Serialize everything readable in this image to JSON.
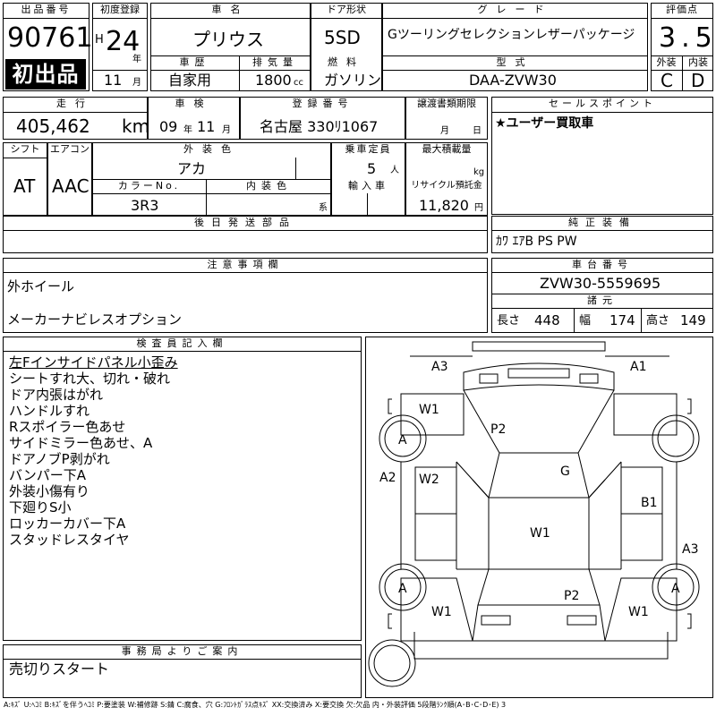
{
  "header": {
    "lot_number_label": "出品番号",
    "lot_number": "90761",
    "first_listing": "初出品",
    "first_reg_label": "初度登録",
    "era": "H",
    "year": "24",
    "year_unit": "年",
    "month": "11",
    "month_unit": "月",
    "car_name_label": "車名",
    "car_name": "プリウス",
    "door_label": "ドア形状",
    "door": "5SD",
    "grade_label": "グレード",
    "grade": "Gツーリングセレクションレザーパッケージ",
    "score_label": "評価点",
    "score": "3.5",
    "exterior_label": "外装",
    "exterior": "C",
    "interior_label": "内装",
    "interior": "D",
    "history_label": "車歴",
    "history": "自家用",
    "displacement_label": "排気量",
    "displacement": "1800",
    "displacement_unit": "cc",
    "fuel_label": "燃料",
    "fuel": "ガソリン",
    "model_label": "型式",
    "model": "DAA-ZVW30"
  },
  "row2": {
    "mileage_label": "走行",
    "mileage": "405,462",
    "mileage_unit": "km",
    "inspection_label": "車検",
    "inspection_year": "09",
    "inspection_year_unit": "年",
    "inspection_month": "11",
    "inspection_month_unit": "月",
    "plate_label": "登録番号",
    "plate": "名古屋 330ﾘ1067",
    "transfer_label": "譲渡書類期限",
    "transfer_month_unit": "月",
    "transfer_day_unit": "日",
    "sales_point_label": "セールスポイント",
    "sales_point": "★ユーザー買取車"
  },
  "row3": {
    "shift_label": "シフト",
    "shift": "AT",
    "aircon_label": "エアコン",
    "aircon": "AAC",
    "color_label": "外装色",
    "color": "アカ",
    "capacity_label": "乗車定員",
    "capacity": "5",
    "capacity_unit": "人",
    "max_load_label": "最大積載量",
    "max_load_unit": "kg",
    "color_no_label": "カラーNo.",
    "color_no": "3R3",
    "int_color_label": "内装色",
    "int_color_unit": "系",
    "import_label": "輸入車",
    "recycle_label": "リサイクル預託金",
    "recycle": "11,820",
    "recycle_unit": "円"
  },
  "parts": {
    "later_parts_label": "後日発送部品",
    "equipment_label": "純正装備",
    "equipment": "ｶﾜ ｴｱB PS PW"
  },
  "notes": {
    "label": "注意事項欄",
    "lines": [
      "外ホイール",
      "メーカーナビレスオプション"
    ]
  },
  "chassis": {
    "label": "車台番号",
    "number": "ZVW30-5559695",
    "dims_label": "諸元",
    "length_label": "長さ",
    "length": "448",
    "width_label": "幅",
    "width": "174",
    "height_label": "高さ",
    "height": "149"
  },
  "inspector": {
    "label": "検査員記入欄",
    "lines": [
      "左Fインサイドパネル小歪み",
      "シートすれ大、切れ・破れ",
      "ドア内張はがれ",
      "ハンドルすれ",
      "Rスポイラー色あせ",
      "サイドミラー色あせ、A",
      "ドアノブP剥がれ",
      "バンパー下A",
      "外装小傷有り",
      "下廻りS小",
      "ロッカーカバー下A",
      "スタッドレスタイヤ"
    ]
  },
  "office": {
    "label": "事務局よりご案内",
    "text": "売切りスタート"
  },
  "diagram_marks": {
    "A3_top_left": "A3",
    "A1_top_right": "A1",
    "W1_left_front": "W1",
    "A_front_left_wheel": "A",
    "P2_hood": "P2",
    "G_windshield": "G",
    "A2_left": "A2",
    "W2_left": "W2",
    "B1_right": "B1",
    "A3_right": "A3",
    "W1_roof": "W1",
    "A_rear_left_wheel": "A",
    "A_rear_right_wheel": "A",
    "P2_rear": "P2",
    "W1_left_rear": "W1",
    "W1_right_rear": "W1",
    "bracket": "[ ]"
  },
  "legend": "A:ｷｽﾞ U:ﾍｺﾐ B:ｷｽﾞを伴うﾍｺﾐ P:要塗装 W:補修跡 S:錆 C:腐食、穴 G:ﾌﾛﾝﾄｶﾞﾗｽ点ｷｽﾞ XX:交換済み X:要交換 欠:欠品 内・外装評価 5段階ﾗﾝｸ順(A･B･C･D･E) 3"
}
